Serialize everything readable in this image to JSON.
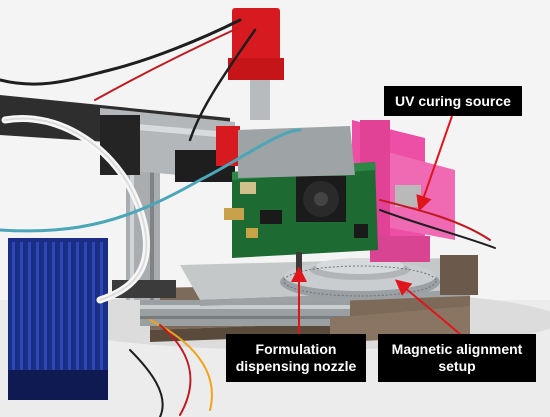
{
  "labels": {
    "uv_curing_source": "UV curing source",
    "nozzle_line1": "Formulation",
    "nozzle_line2": "dispensing nozzle",
    "magnetic_line1": "Magnetic alignment",
    "magnetic_line2": "setup"
  },
  "colors": {
    "label_background": "#000000",
    "label_text": "#ffffff",
    "arrow": "#e0151b",
    "pink_enclosure": "#ee4fa6",
    "heatsink_blue": "#1a2e86",
    "red_printed_part": "#d9151c",
    "pcb_green": "#1d6a33",
    "aluminum": "#b8bcbf"
  }
}
